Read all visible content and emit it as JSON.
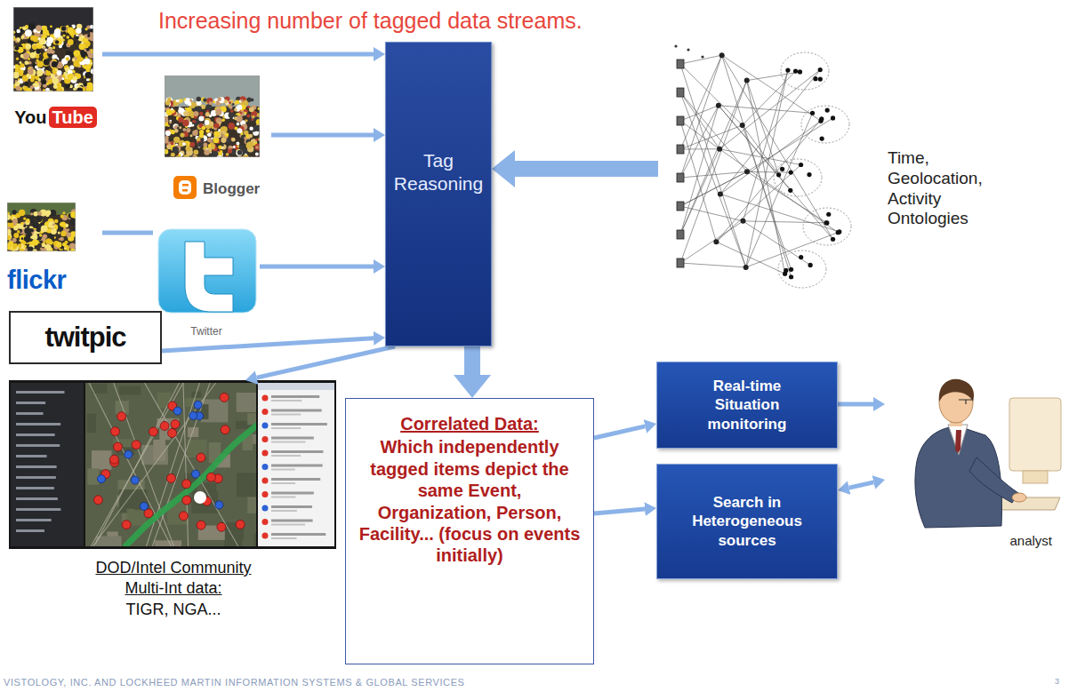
{
  "diagram": {
    "title": "Increasing number of tagged data streams.",
    "nodes": [
      {
        "text": [
          "You",
          "Tube"
        ]
      },
      {
        "text": [
          "Blogger"
        ]
      },
      {
        "text": [
          "Tag Reasoning"
        ]
      },
      {
        "text": [
          "Time, Geolocation, Activity Ontologies"
        ]
      },
      {
        "text": [
          "flickr"
        ]
      },
      {
        "text": [
          "Twitter"
        ]
      },
      {
        "text": [
          "twitpic"
        ]
      },
      {
        "text": [
          "DOD/Intel Community Multi-Int data:",
          "TIGR, NGA..."
        ]
      },
      {
        "text": [
          "Correlated Data:",
          "Which independently tagged items depict the same Event, Organization, Person, Facility... (focus on events initially)"
        ]
      },
      {
        "text": [
          "Real-time Situation monitoring"
        ]
      },
      {
        "text": [
          "Search in Heterogeneous sources"
        ]
      },
      {
        "text": [
          "analyst"
        ]
      }
    ],
    "edges": [
      {
        "from": 0,
        "to": 2,
        "arrow": "to"
      },
      {
        "from": 1,
        "to": 2,
        "arrow": "to"
      },
      {
        "from": 4,
        "to": 5,
        "arrow": "none"
      },
      {
        "from": 5,
        "to": 2,
        "arrow": "to"
      },
      {
        "from": 6,
        "to": 2,
        "arrow": "to"
      },
      {
        "from": 3,
        "to": 2,
        "arrow": "to"
      },
      {
        "from": 2,
        "to": 8,
        "arrow": "to"
      },
      {
        "from": 2,
        "to": 7,
        "arrow": "to"
      },
      {
        "from": 8,
        "to": 9,
        "arrow": "to"
      },
      {
        "from": 8,
        "to": 10,
        "arrow": "to"
      },
      {
        "from": 9,
        "to": 11,
        "arrow": "to"
      },
      {
        "from": 11,
        "to": 10,
        "arrow": "both"
      }
    ],
    "labels": [
      "VISTOLOGY, INC. AND LOCKHEED MARTIN INFORMATION SYSTEMS & GLOBAL SERVICES",
      "3"
    ]
  }
}
